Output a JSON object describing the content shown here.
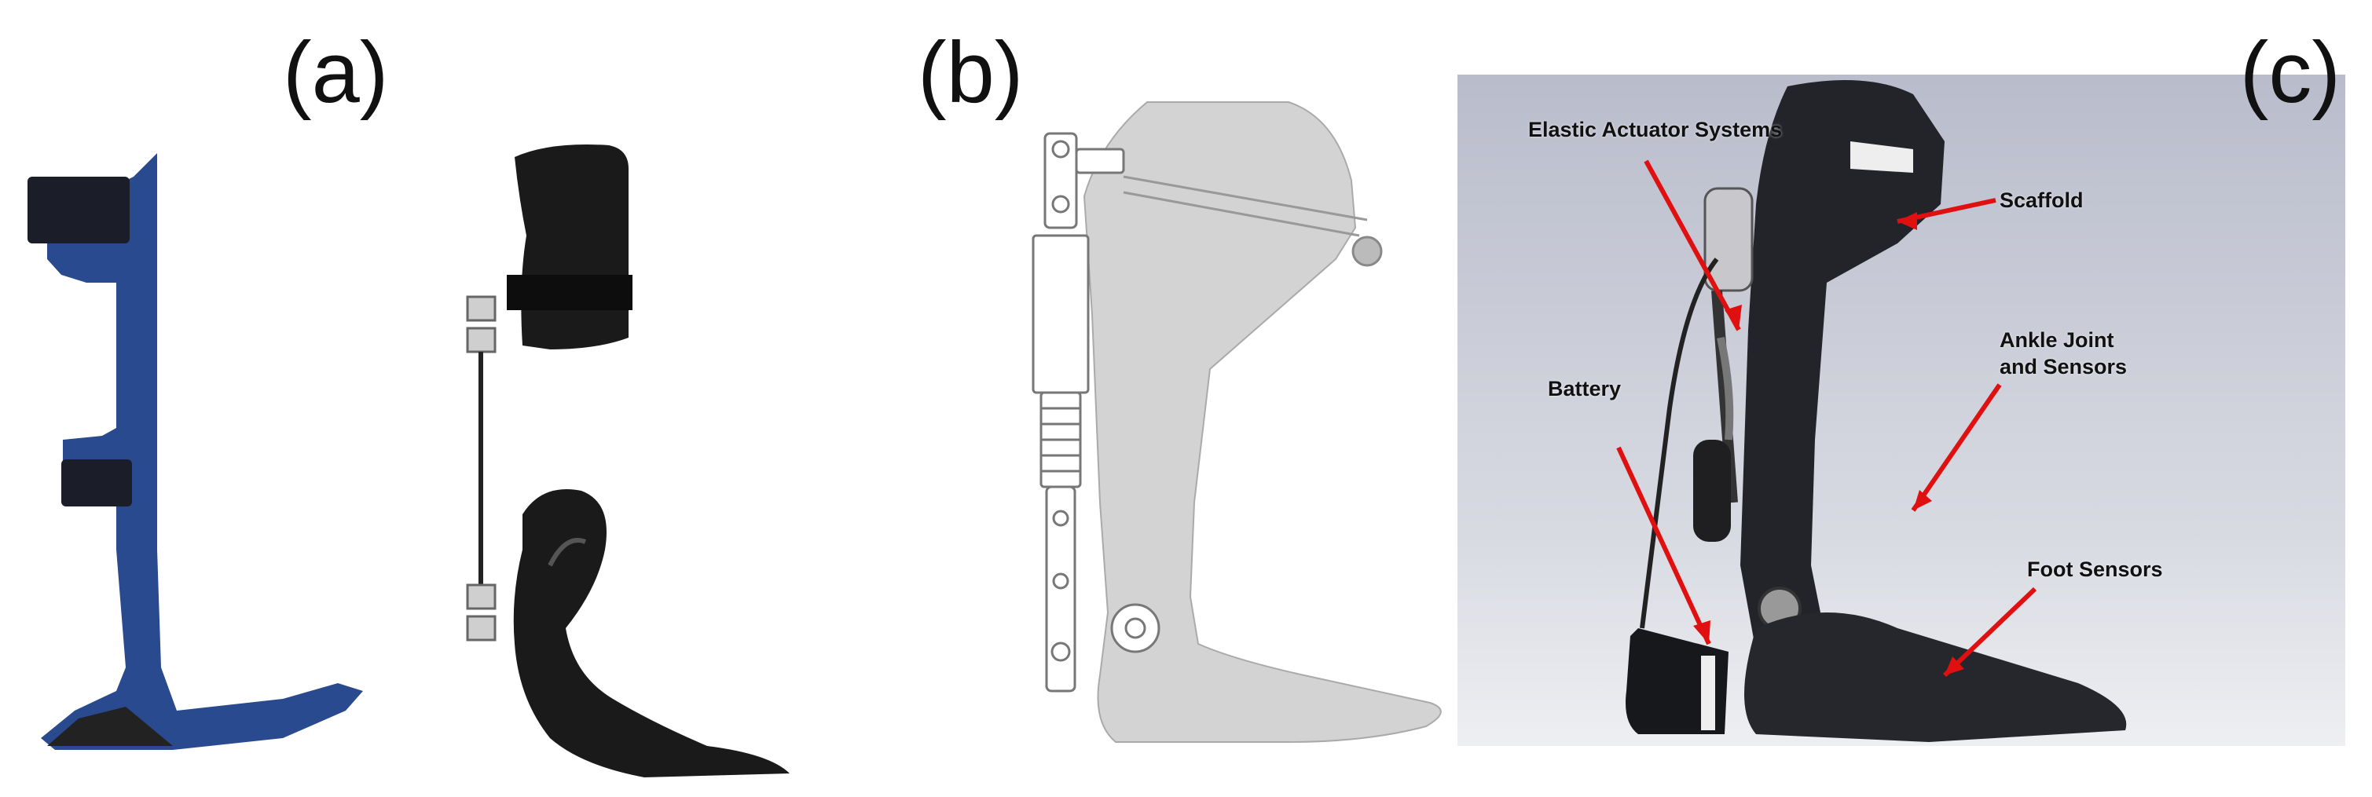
{
  "figure": {
    "panels": [
      {
        "id": "a",
        "label": "(a)"
      },
      {
        "id": "b",
        "label": "(b)"
      },
      {
        "id": "c",
        "label": "(c)"
      }
    ],
    "annotations_c": {
      "elastic_actuator": "Elastic Actuator Systems",
      "scaffold": "Scaffold",
      "ankle_joint_1": "Ankle Joint",
      "ankle_joint_2": "and Sensors",
      "battery": "Battery",
      "foot_sensors": "Foot Sensors"
    },
    "colors": {
      "orthosis_blue": "#2a4a8f",
      "orthosis_black": "#1a1a1a",
      "drawing_gray": "#d3d3d3",
      "arrow_red": "#e01010",
      "photo_bg": "#c8cad4"
    }
  }
}
